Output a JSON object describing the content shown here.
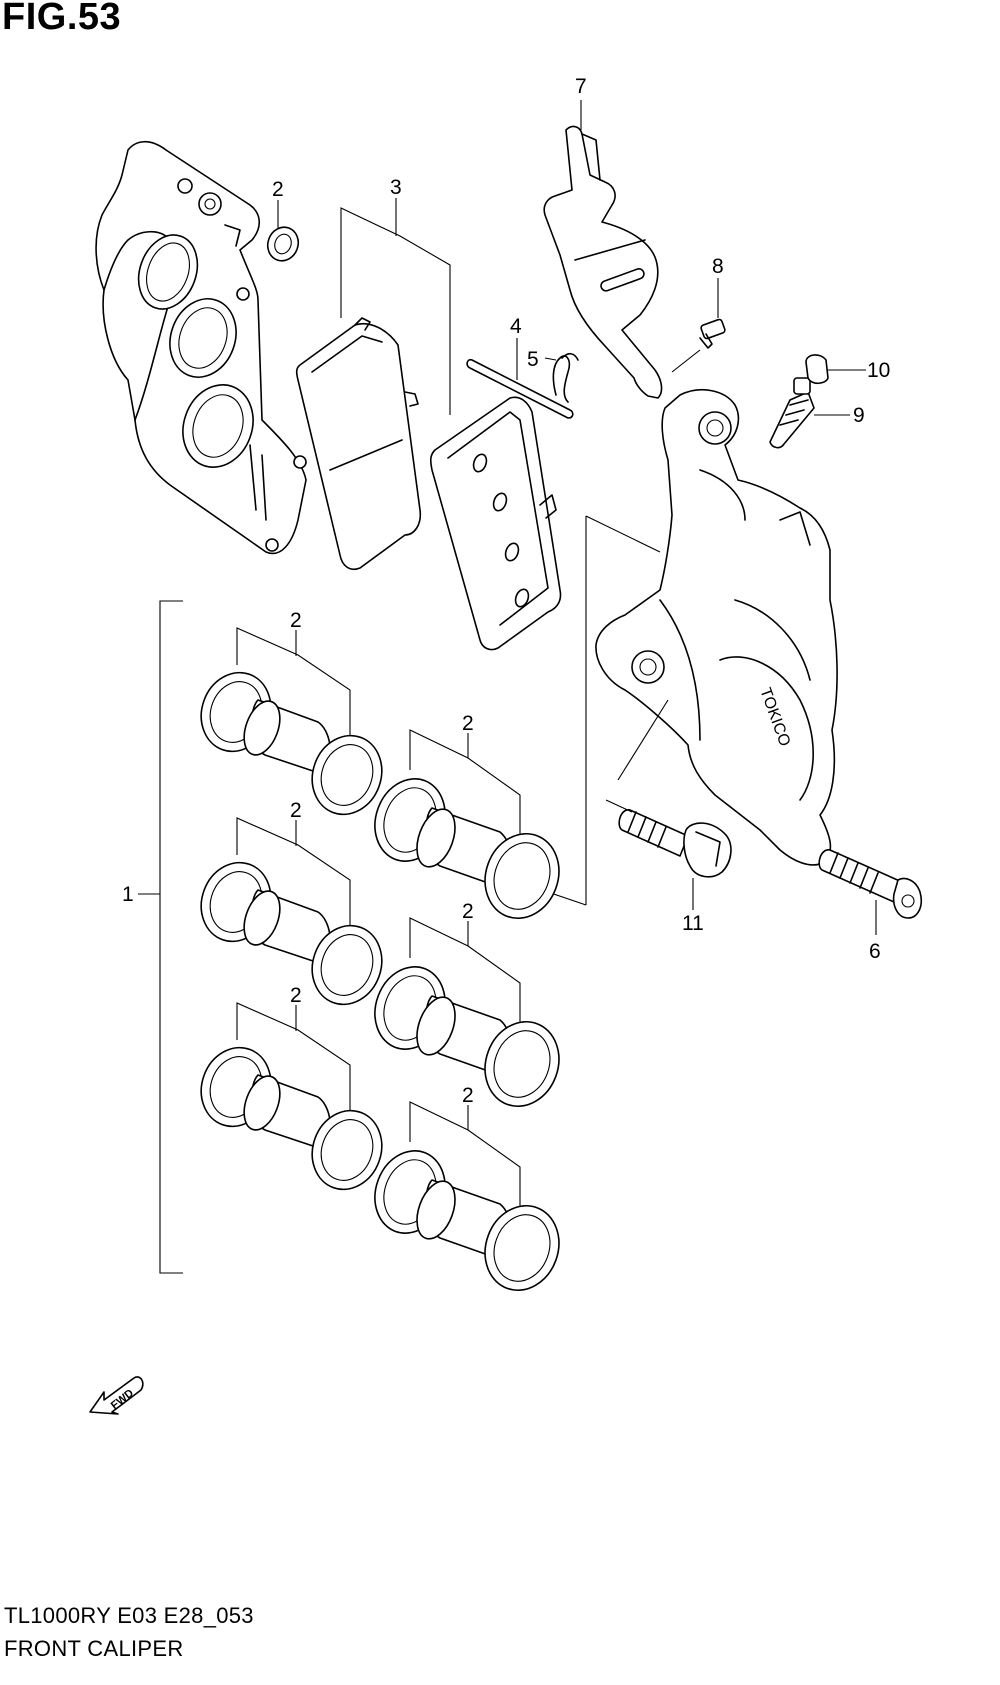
{
  "figure": {
    "title": "FIG.53"
  },
  "footer": {
    "model_code": "TL1000RY E03 E28_053",
    "section": "FRONT CALIPER"
  },
  "callouts": {
    "c1": "1",
    "c2": "2",
    "c3": "3",
    "c4": "4",
    "c5": "5",
    "c6": "6",
    "c7": "7",
    "c8": "8",
    "c9": "9",
    "c10": "10",
    "c11": "11"
  },
  "fwd_arrow": {
    "label": "FWD",
    "icon": "fwd-arrow-icon"
  }
}
